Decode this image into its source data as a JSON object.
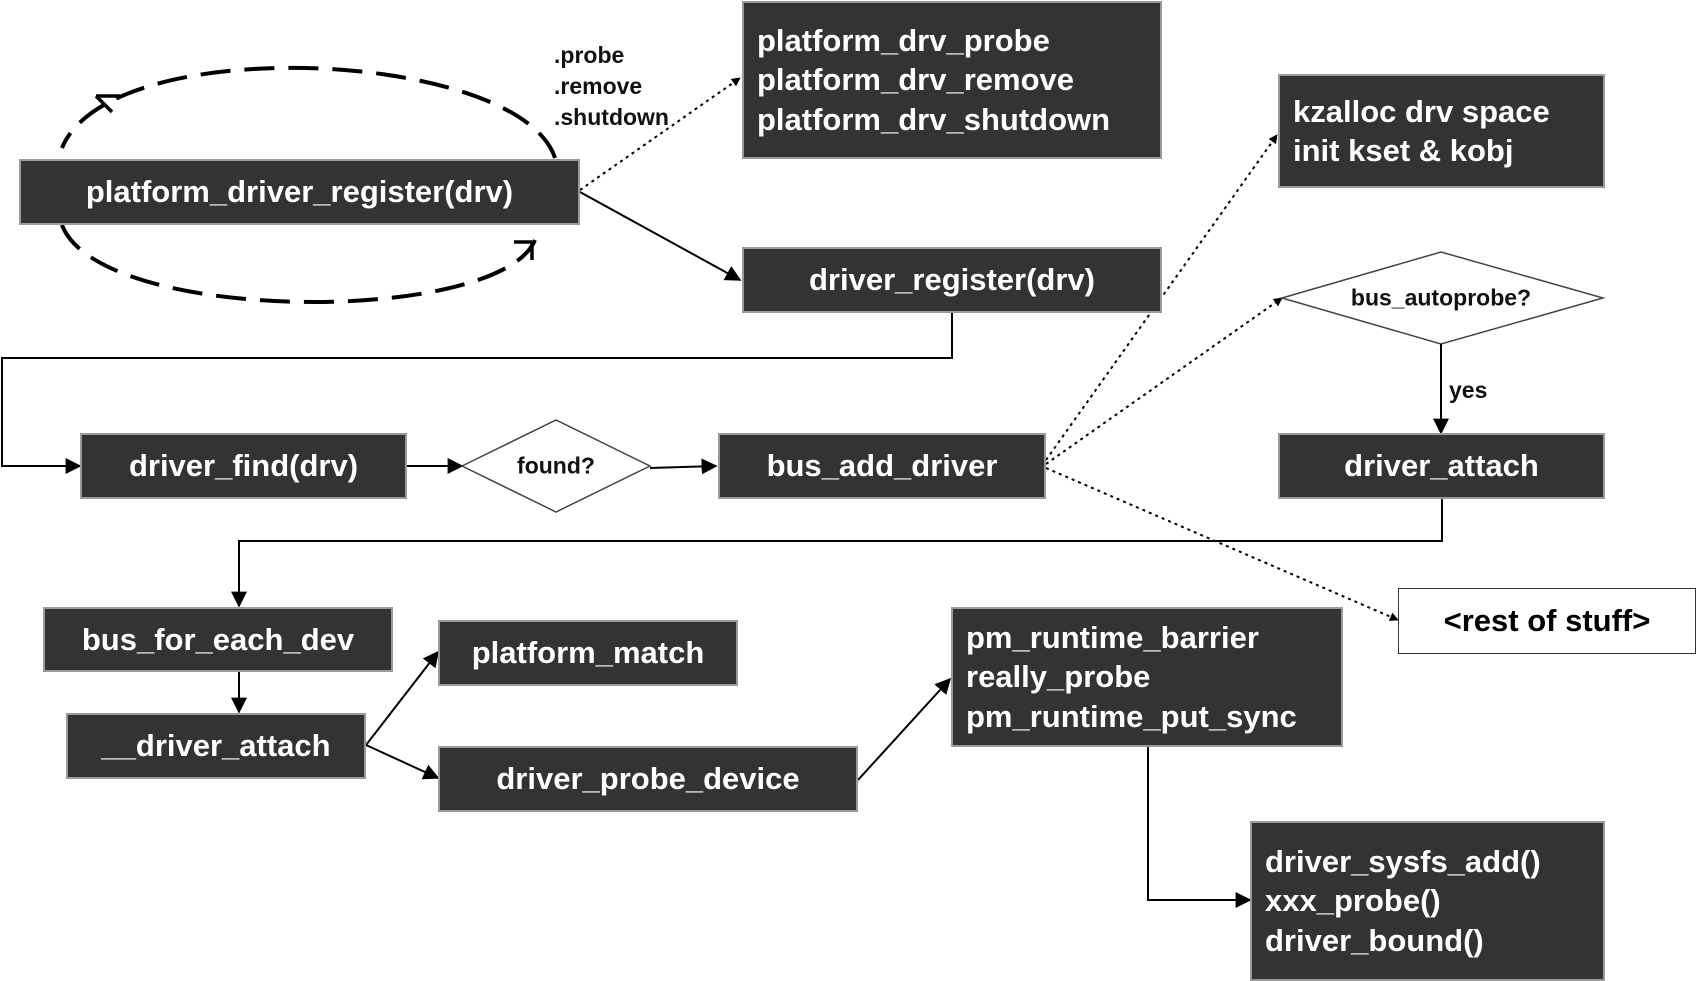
{
  "nodes": {
    "platform_driver_register": "platform_driver_register(drv)",
    "platform_ops": [
      "platform_drv_probe",
      "platform_drv_remove",
      "platform_drv_shutdown"
    ],
    "driver_register": "driver_register(drv)",
    "kzalloc": [
      "kzalloc drv space",
      "init kset & kobj"
    ],
    "bus_autoprobe": "bus_autoprobe?",
    "driver_find": "driver_find(drv)",
    "found": "found?",
    "bus_add_driver": "bus_add_driver",
    "driver_attach": "driver_attach",
    "bus_for_each_dev": "bus_for_each_dev",
    "rest_of_stuff": "<rest of stuff>",
    "platform_match": "platform_match",
    "__driver_attach": "__driver_attach",
    "driver_probe_device": "driver_probe_device",
    "pm_runtime": [
      "pm_runtime_barrier",
      "really_probe",
      "pm_runtime_put_sync"
    ],
    "sysfs": [
      "driver_sysfs_add()",
      "xxx_probe()",
      "driver_bound()"
    ]
  },
  "labels": {
    "ops_fields": [
      ".probe",
      ".remove",
      ".shutdown"
    ],
    "yes": "yes"
  },
  "colors": {
    "box_fill": "#333333",
    "box_border": "#9a9a9a",
    "line": "#000000"
  }
}
